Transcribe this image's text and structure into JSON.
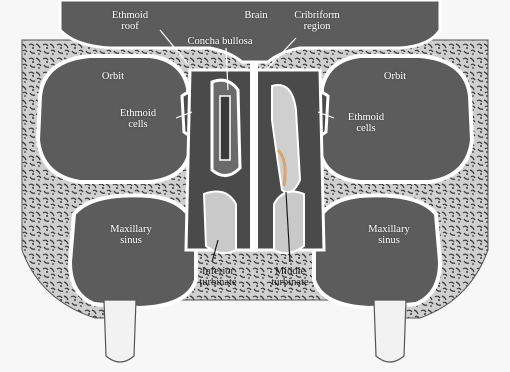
{
  "labels": {
    "brain": "Brain",
    "ethmoid_roof_line1": "Ethmoid",
    "ethmoid_roof_line2": "roof",
    "cribriform_line1": "Cribriform",
    "cribriform_line2": "region",
    "concha_bullosa": "Concha bullosa",
    "orbit_left": "Orbit",
    "orbit_right": "Orbit",
    "ethmoid_cells_left_line1": "Ethmoid",
    "ethmoid_cells_left_line2": "cells",
    "ethmoid_cells_right_line1": "Ethmoid",
    "ethmoid_cells_right_line2": "cells",
    "maxillary_left_line1": "Maxillary",
    "maxillary_left_line2": "sinus",
    "maxillary_right_line1": "Maxillary",
    "maxillary_right_line2": "sinus",
    "inferior_turbinate_line1": "Inferior",
    "inferior_turbinate_line2": "turbinate",
    "middle_turbinate_line1": "Middle",
    "middle_turbinate_line2": "turbinate"
  },
  "colors": {
    "cavity": "#5c5c5c",
    "cavity_dark": "#3f3f3f",
    "bone": "#ffffff",
    "tissue": "#c9c9c9",
    "background": "#f7f7f7",
    "cribriform_accent": "#d9a56a"
  }
}
